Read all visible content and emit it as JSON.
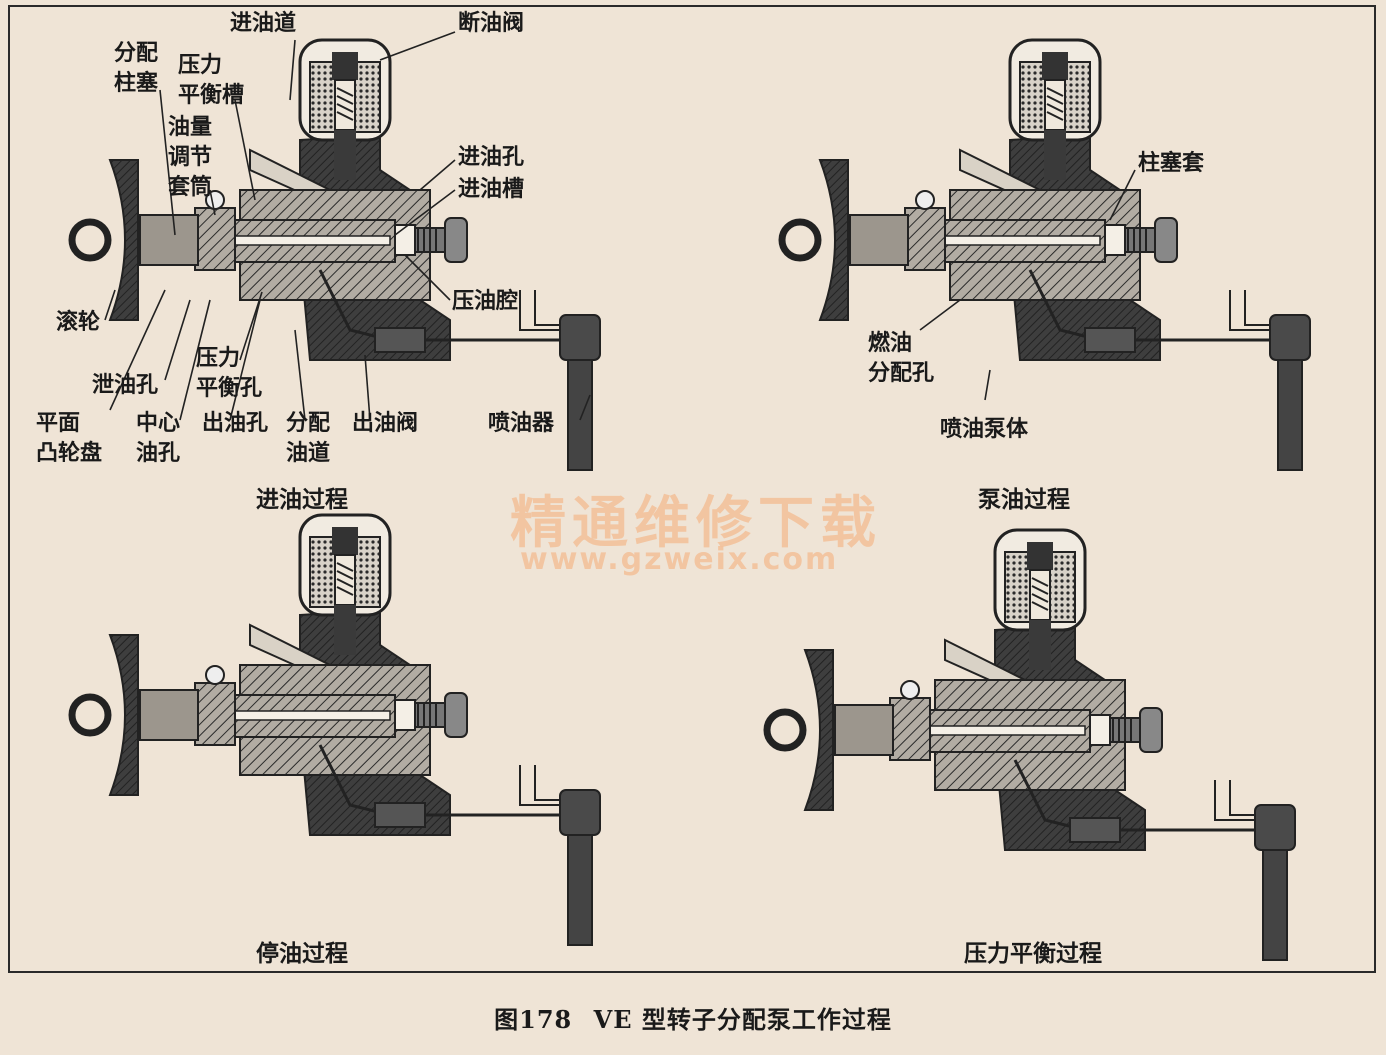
{
  "labels": {
    "fenpei_zhusai": "分配\n柱塞",
    "jinyoudao": "进油道",
    "duanyoufa": "断油阀",
    "yali_pingheng_cao": "压力\n平衡槽",
    "youliang_tiaojie_taotong": "油量\n调节\n套筒",
    "jinyoukong": "进油孔",
    "jinyoucao": "进油槽",
    "yayouqiang": "压油腔",
    "gunlun": "滚轮",
    "yali_pingheng_kong": "压力\n平衡孔",
    "xieyoukong": "泄油孔",
    "pingmian_tulunpan": "平面\n凸轮盘",
    "zhongxin_youkong": "中心\n油孔",
    "chuyoukong": "出油孔",
    "fenpei_youdao": "分配\n油道",
    "chuyoufa": "出油阀",
    "penyouqi": "喷油器",
    "zhusaitao": "柱塞套",
    "ranyou_fenpeikong": "燃油\n分配孔",
    "penyoubengti": "喷油泵体"
  },
  "subtitles": {
    "intake": "进油过程",
    "pumping": "泵油过程",
    "stop": "停油过程",
    "balance": "压力平衡过程"
  },
  "caption": {
    "number": "图178",
    "title": "VE 型转子分配泵工作过程"
  },
  "watermark": {
    "line1": "精通维修下载",
    "line2": "www.gzweix.com"
  },
  "colors": {
    "ink": "#2a2a2a",
    "hatch_fill": "#a9a39a",
    "dark_body": "#3a3a3a",
    "paper": "#efe4d6",
    "watermark": "#f3c29c"
  }
}
